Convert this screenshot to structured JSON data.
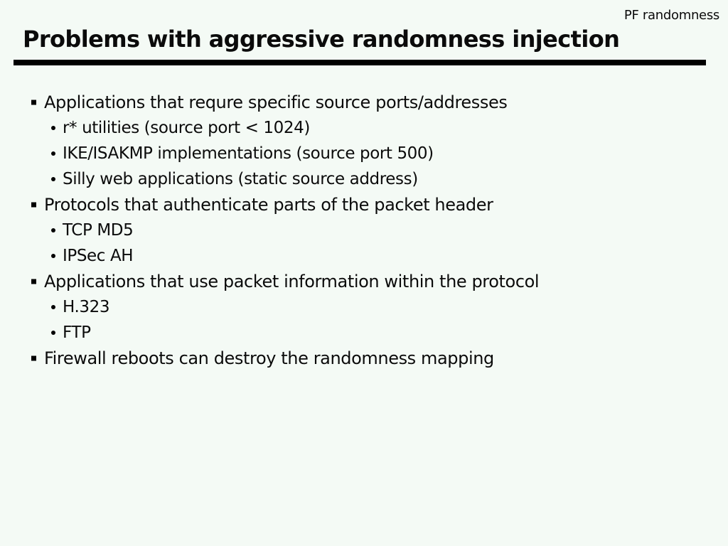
{
  "page": {
    "corner_label": "PF randomness",
    "title": "Problems with aggressive randomness injection"
  },
  "bullets": [
    {
      "level": 1,
      "text": "Applications that requre specific source ports/addresses"
    },
    {
      "level": 2,
      "text": "r* utilities (source port < 1024)"
    },
    {
      "level": 2,
      "text": "IKE/ISAKMP implementations (source port 500)"
    },
    {
      "level": 2,
      "text": "Silly web applications (static source address)"
    },
    {
      "level": 1,
      "text": "Protocols that authenticate parts of the packet header"
    },
    {
      "level": 2,
      "text": "TCP MD5"
    },
    {
      "level": 2,
      "text": "IPSec AH"
    },
    {
      "level": 1,
      "text": "Applications that use packet information within the protocol"
    },
    {
      "level": 2,
      "text": "H.323"
    },
    {
      "level": 2,
      "text": "FTP"
    },
    {
      "level": 1,
      "text": "Firewall reboots can destroy the randomness mapping"
    }
  ],
  "colors": {
    "background": "#f4faf5",
    "text": "#0b0b0b",
    "rule": "#000000"
  }
}
